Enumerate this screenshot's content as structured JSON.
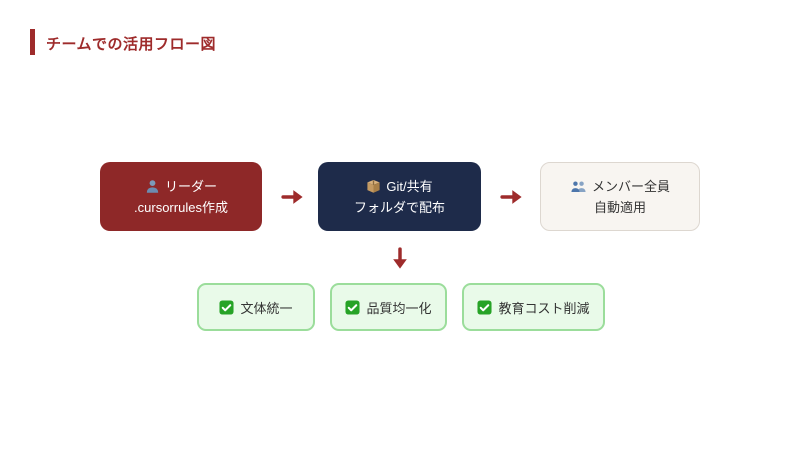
{
  "page": {
    "background": "#ffffff"
  },
  "header": {
    "title": "チームでの活用フロー図",
    "accent_color": "#9e2b2b",
    "title_color": "#9e2b2b"
  },
  "flow": {
    "steps": [
      {
        "name": "leader",
        "icon": "person-icon",
        "line1": "リーダー",
        "line2": ".cursorrules作成",
        "bg": "#8e2828",
        "text_color": "#ffffff"
      },
      {
        "name": "distribute",
        "icon": "package-icon",
        "line1": "Git/共有",
        "line2": "フォルダで配布",
        "bg": "#1e2b4a",
        "text_color": "#ffffff"
      },
      {
        "name": "members",
        "icon": "people-icon",
        "line1": "メンバー全員",
        "line2": "自動適用",
        "bg": "#f8f5f1",
        "border_color": "#ddd7d0",
        "text_color": "#333333"
      }
    ],
    "arrow_color": "#9e2b2b"
  },
  "benefits": {
    "items": [
      {
        "icon": "check-icon",
        "label": "文体統一"
      },
      {
        "icon": "check-icon",
        "label": "品質均一化"
      },
      {
        "icon": "check-icon",
        "label": "教育コスト削減"
      }
    ],
    "bg": "#e9fae9",
    "border_color": "#9bdd9b",
    "check_color": "#27a327",
    "text_color": "#333333"
  }
}
